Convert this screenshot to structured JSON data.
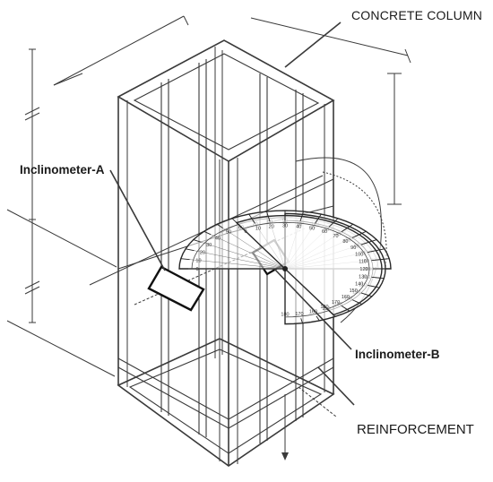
{
  "labels": {
    "concrete_column": "CONCRETE COLUMN",
    "inclinometer_a": "Inclinometer-A",
    "inclinometer_b": "Inclinometer-B",
    "reinforcement": "REINFORCEMENT"
  },
  "protractors": {
    "scale_labels": [
      "0",
      "10",
      "20",
      "30",
      "40",
      "50",
      "60",
      "70",
      "80",
      "90",
      "100",
      "110",
      "120",
      "130",
      "140",
      "150",
      "160",
      "170",
      "180"
    ]
  },
  "colors": {
    "line": "#3a3a3a",
    "text": "#1a1a1a",
    "background": "#ffffff"
  }
}
